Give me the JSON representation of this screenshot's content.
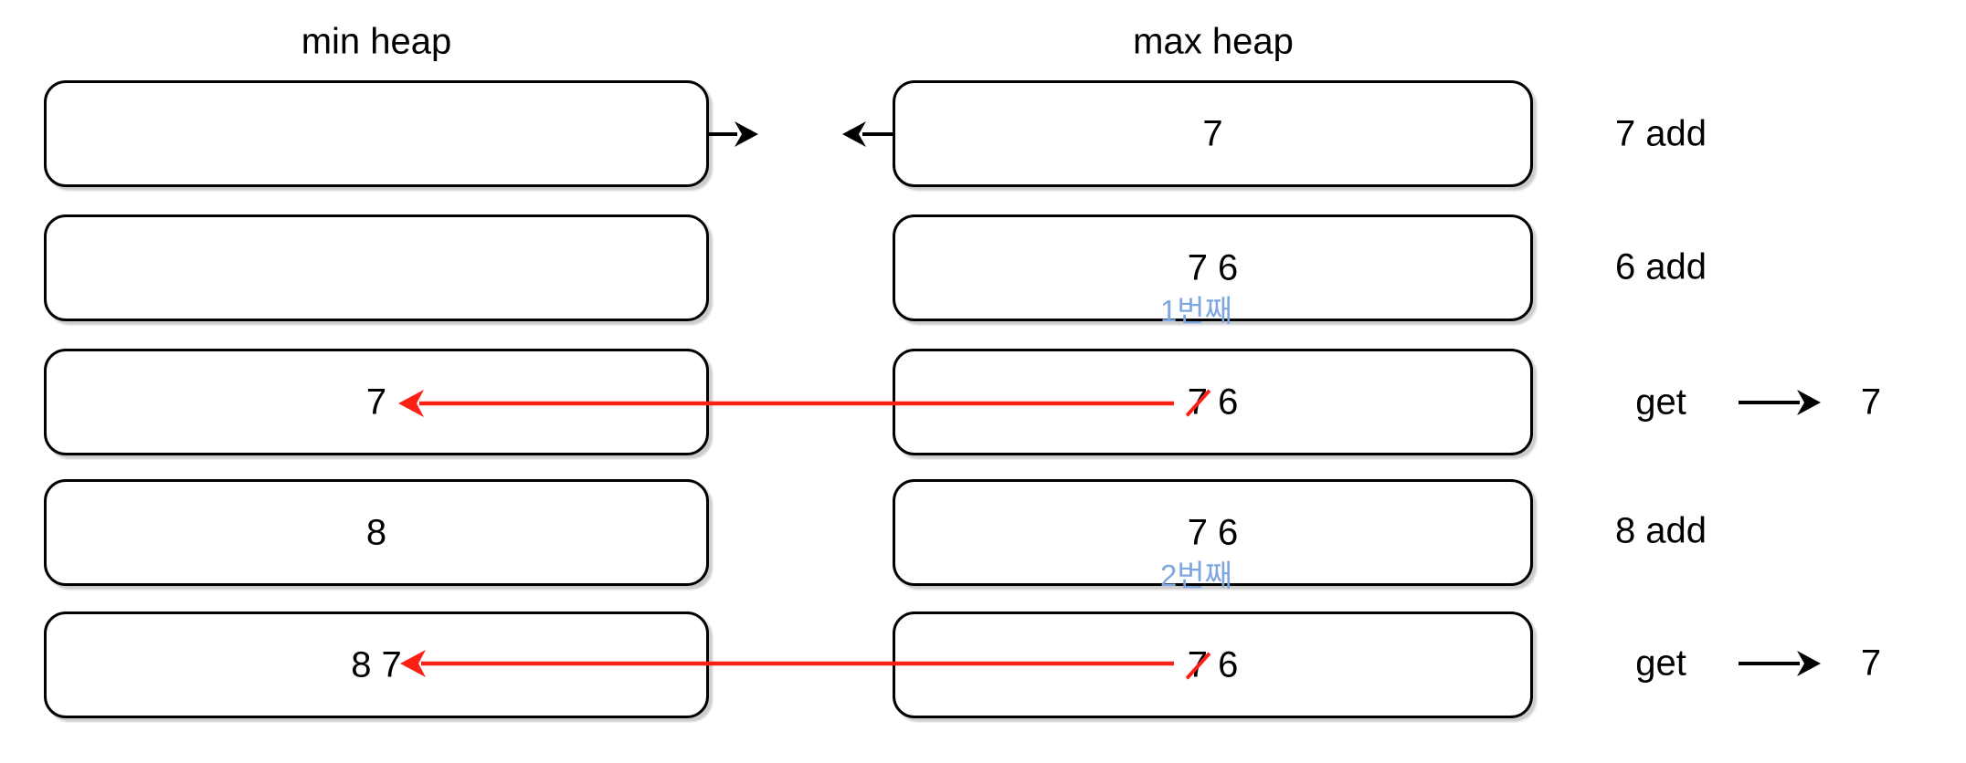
{
  "titles": {
    "left": "min heap",
    "right": "max heap"
  },
  "colors": {
    "ink": "#000000",
    "red": "#ff2015",
    "blue": "#7ea6e0",
    "canvas": "#ffffff"
  },
  "rows": [
    {
      "op": "7 add",
      "left_value": "",
      "right_value": "7"
    },
    {
      "op": "6 add",
      "left_value": "",
      "right_value": "7 6",
      "right_note": "1번째"
    },
    {
      "op": "get",
      "result": "7",
      "left_value": "7",
      "right_struck": "7",
      "right_rest": "6"
    },
    {
      "op": "8 add",
      "left_value": "8",
      "right_value": "7 6",
      "right_note": "2번째"
    },
    {
      "op": "get",
      "result": "7",
      "left_value": "8 7",
      "right_struck": "7",
      "right_rest": "6"
    }
  ]
}
